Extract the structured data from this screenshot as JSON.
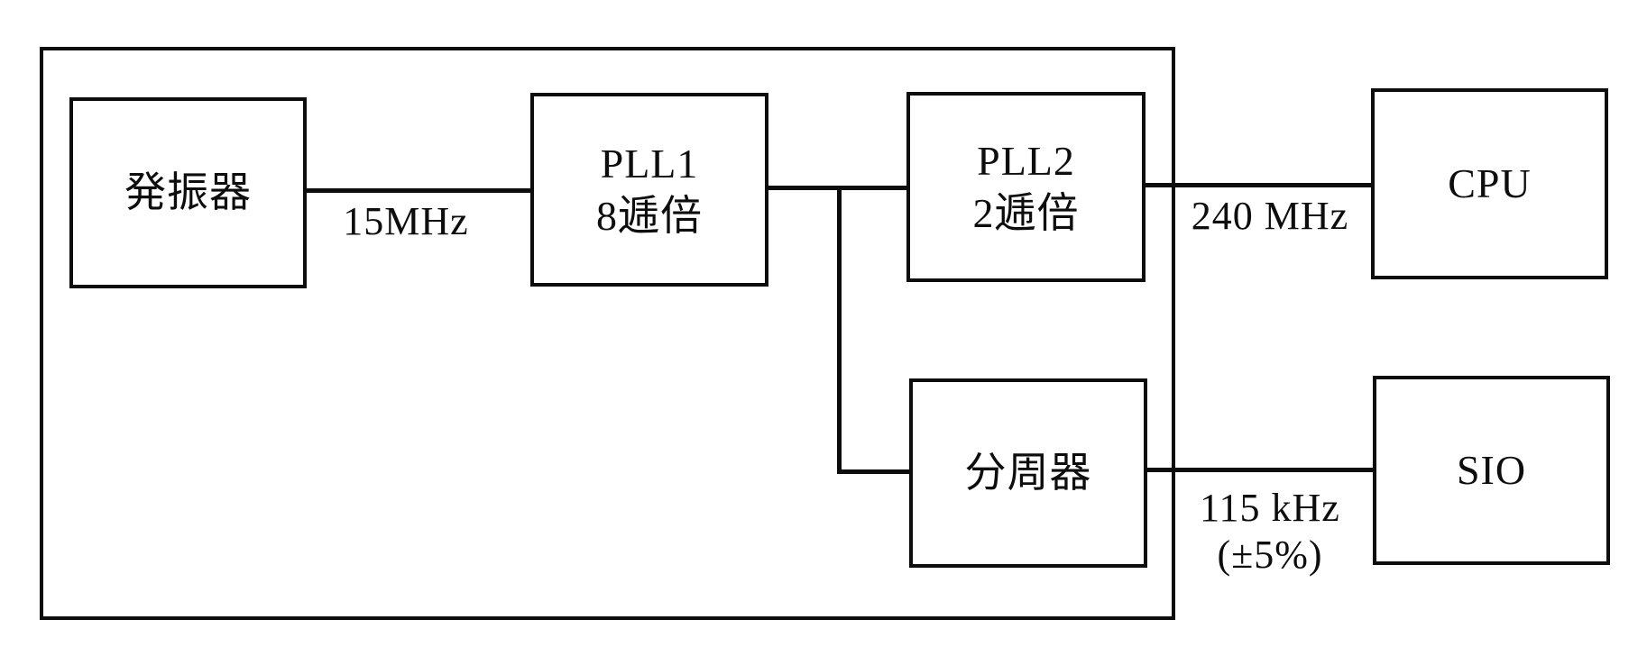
{
  "diagram": {
    "title": "clock-generation-block-diagram",
    "colors": {
      "line": "#0d0d0d",
      "background": "#ffffff"
    },
    "blocks": {
      "oscillator": {
        "label": "発振器"
      },
      "pll1": {
        "line1": "PLL1",
        "line2": "8逓倍"
      },
      "pll2": {
        "line1": "PLL2",
        "line2": "2逓倍"
      },
      "divider": {
        "label": "分周器"
      },
      "cpu": {
        "label": "CPU"
      },
      "sio": {
        "label": "SIO"
      }
    },
    "connections": {
      "osc_to_pll1": {
        "label": "15MHz"
      },
      "pll2_to_cpu": {
        "label": "240 MHz"
      },
      "divider_to_sio": {
        "label_line1": "115 kHz",
        "label_line2": "(±5%)"
      }
    }
  }
}
